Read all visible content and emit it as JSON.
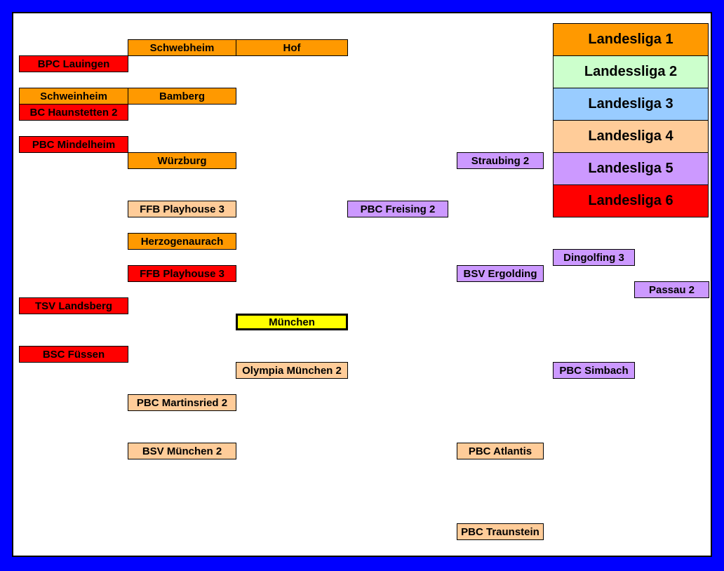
{
  "colors": {
    "l1": "#ff9900",
    "l2": "#ccffcc",
    "l3": "#99ccff",
    "l4": "#ffcc99",
    "l5": "#cc99ff",
    "l6": "#ff0000",
    "home": "#ffff00",
    "frame": "#0000ff"
  },
  "legend": [
    {
      "label": "Landesliga 1",
      "color": "l1"
    },
    {
      "label": "Landessliga 2",
      "color": "l2"
    },
    {
      "label": "Landesliga 3",
      "color": "l3"
    },
    {
      "label": "Landesliga 4",
      "color": "l4"
    },
    {
      "label": "Landesliga 5",
      "color": "l5"
    },
    {
      "label": "Landesliga 6",
      "color": "l6"
    }
  ],
  "teams": [
    {
      "name": "Schwebheim",
      "league": "l1"
    },
    {
      "name": "Hof",
      "league": "l1"
    },
    {
      "name": "BPC Lauingen",
      "league": "l6"
    },
    {
      "name": "Schweinheim",
      "league": "l1"
    },
    {
      "name": "Bamberg",
      "league": "l1"
    },
    {
      "name": "BC Haunstetten 2",
      "league": "l6"
    },
    {
      "name": "PBC Mindelheim",
      "league": "l6"
    },
    {
      "name": "Würzburg",
      "league": "l1"
    },
    {
      "name": "Straubing 2",
      "league": "l5"
    },
    {
      "name": "FFB Playhouse 3",
      "league": "l4"
    },
    {
      "name": "PBC Freising 2",
      "league": "l5"
    },
    {
      "name": "Herzogenaurach",
      "league": "l1"
    },
    {
      "name": "FFB Playhouse 3",
      "league": "l6"
    },
    {
      "name": "BSV Ergolding",
      "league": "l5"
    },
    {
      "name": "Dingolfing 3",
      "league": "l5"
    },
    {
      "name": "Passau 2",
      "league": "l5"
    },
    {
      "name": "TSV Landsberg",
      "league": "l6"
    },
    {
      "name": "München",
      "league": "home"
    },
    {
      "name": "BSC Füssen",
      "league": "l6"
    },
    {
      "name": "Olympia München 2",
      "league": "l4"
    },
    {
      "name": "PBC Simbach",
      "league": "l5"
    },
    {
      "name": "PBC Martinsried 2",
      "league": "l4"
    },
    {
      "name": "BSV München 2",
      "league": "l4"
    },
    {
      "name": "PBC Atlantis",
      "league": "l4"
    },
    {
      "name": "PBC Traunstein",
      "league": "l4"
    }
  ]
}
